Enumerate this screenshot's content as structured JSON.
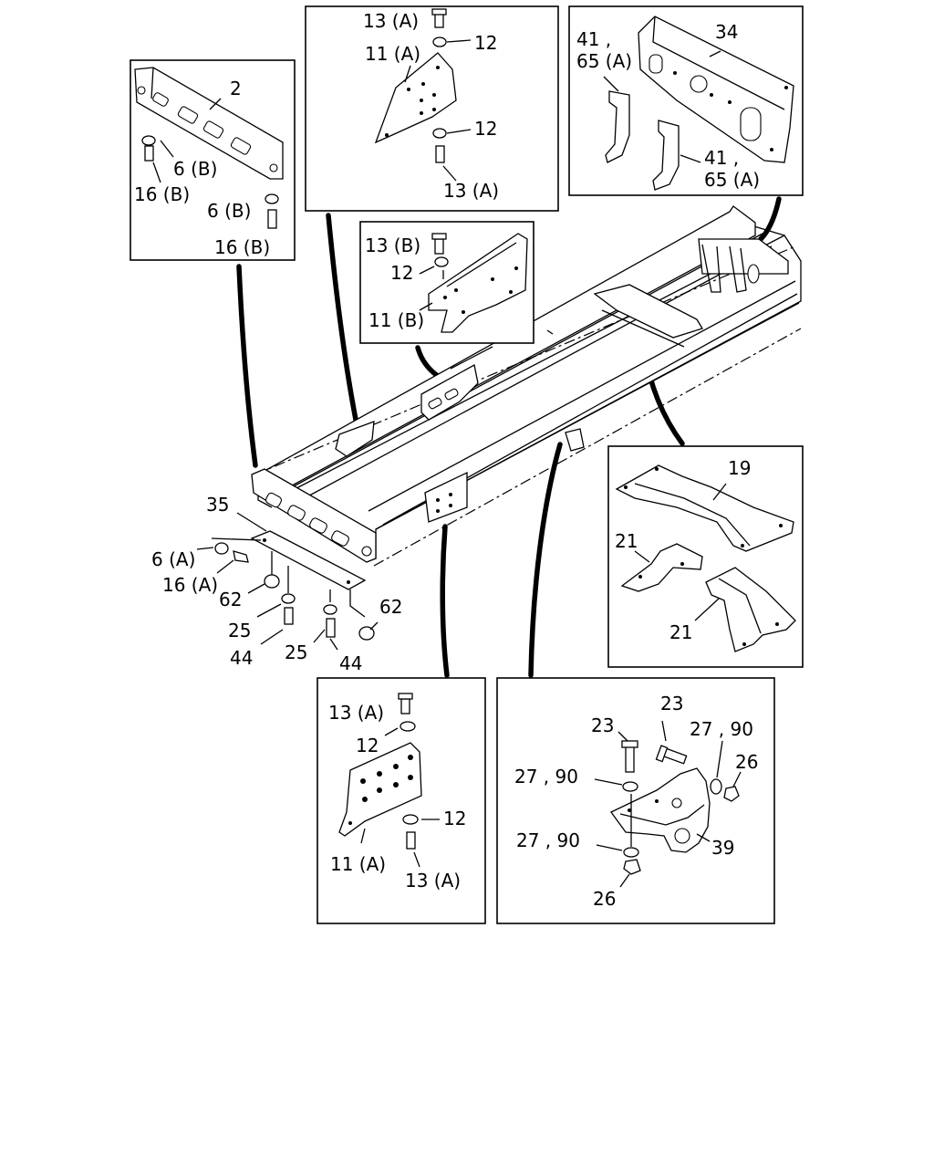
{
  "diagram": {
    "callouts": {
      "p2": "2",
      "p6b_1": "6 (B)",
      "p16b_1": "16 (B)",
      "p6b_2": "6 (B)",
      "p16b_2": "16 (B)",
      "p13a_top": "13 (A)",
      "p12_top1": "12",
      "p11a_top": "11 (A)",
      "p12_top2": "12",
      "p13a_top2": "13 (A)",
      "p41_a": "41 ,",
      "p65a_a": "65 (A)",
      "p34": "34",
      "p41_b": "41 ,",
      "p65a_b": "65 (A)",
      "p13b": "13 (B)",
      "p12_mid": "12",
      "p11b": "11 (B)",
      "p35": "35",
      "p6a": "6 (A)",
      "p16a": "16 (A)",
      "p62_left": "62",
      "p25_left": "25",
      "p44_left": "44",
      "p25_right": "25",
      "p44_right": "44",
      "p62_right": "62",
      "p19": "19",
      "p21_a": "21",
      "p21_b": "21",
      "p13a_bl": "13 (A)",
      "p12_bl1": "12",
      "p12_bl2": "12",
      "p11a_bl": "11 (A)",
      "p13a_bl2": "13 (A)",
      "p23_a": "23",
      "p23_b": "23",
      "p2790_a": "27 , 90",
      "p2790_b": "27 , 90",
      "p26_a": "26",
      "p2790_c": "27 , 90",
      "p39": "39",
      "p26_b": "26"
    }
  }
}
